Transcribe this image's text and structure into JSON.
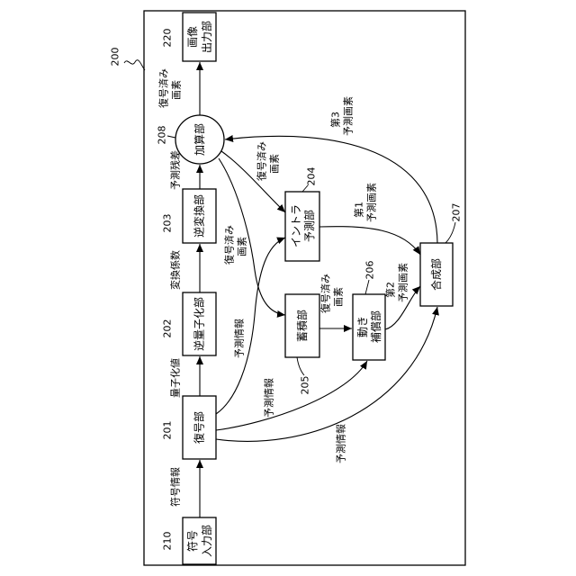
{
  "figure": {
    "numeral": "200"
  },
  "blocks": {
    "code_input": {
      "numeral": "210",
      "lines": [
        "符号",
        "入力部"
      ]
    },
    "decoder": {
      "numeral": "201",
      "lines": [
        "復号部"
      ]
    },
    "inverse_quantizer": {
      "numeral": "202",
      "lines": [
        "逆量子化部"
      ]
    },
    "inverse_transformer": {
      "numeral": "203",
      "lines": [
        "逆変換部"
      ]
    },
    "adder": {
      "numeral": "208",
      "lines": [
        "加算部"
      ]
    },
    "image_output": {
      "numeral": "220",
      "lines": [
        "画像",
        "出力部"
      ]
    },
    "intra_prediction": {
      "numeral": "204",
      "lines": [
        "イントラ",
        "予測部"
      ]
    },
    "storage": {
      "numeral": "205",
      "lines": [
        "蓄積部"
      ]
    },
    "motion_compensation": {
      "numeral": "206",
      "lines": [
        "動き",
        "補償部"
      ]
    },
    "combiner": {
      "numeral": "207",
      "lines": [
        "合成部"
      ]
    }
  },
  "signals": {
    "code_info": {
      "lines": [
        "符号情報"
      ]
    },
    "quantized_value": {
      "lines": [
        "量子化値"
      ]
    },
    "transform_coefficient": {
      "lines": [
        "変換係数"
      ]
    },
    "prediction_residual": {
      "lines": [
        "予測残差"
      ]
    },
    "decoded_pixels_output": {
      "lines": [
        "復号済み",
        "画素"
      ]
    },
    "decoded_pixels_to_storage": {
      "lines": [
        "復号済み",
        "画素"
      ]
    },
    "decoded_pixels_to_intra": {
      "lines": [
        "復号済み",
        "画素"
      ]
    },
    "prediction_info_to_intra": {
      "lines": [
        "予測情報"
      ]
    },
    "prediction_info_to_motion": {
      "lines": [
        "予測情報"
      ]
    },
    "prediction_info_to_combiner": {
      "lines": [
        "予測情報"
      ]
    },
    "decoded_pixels_to_motion": {
      "lines": [
        "復号済み",
        "画素"
      ]
    },
    "first_prediction_pixels": {
      "lines": [
        "第1",
        "予測画素"
      ]
    },
    "second_prediction_pixels": {
      "lines": [
        "第2",
        "予測画素"
      ]
    },
    "third_prediction_pixels": {
      "lines": [
        "第3",
        "予測画素"
      ]
    }
  }
}
